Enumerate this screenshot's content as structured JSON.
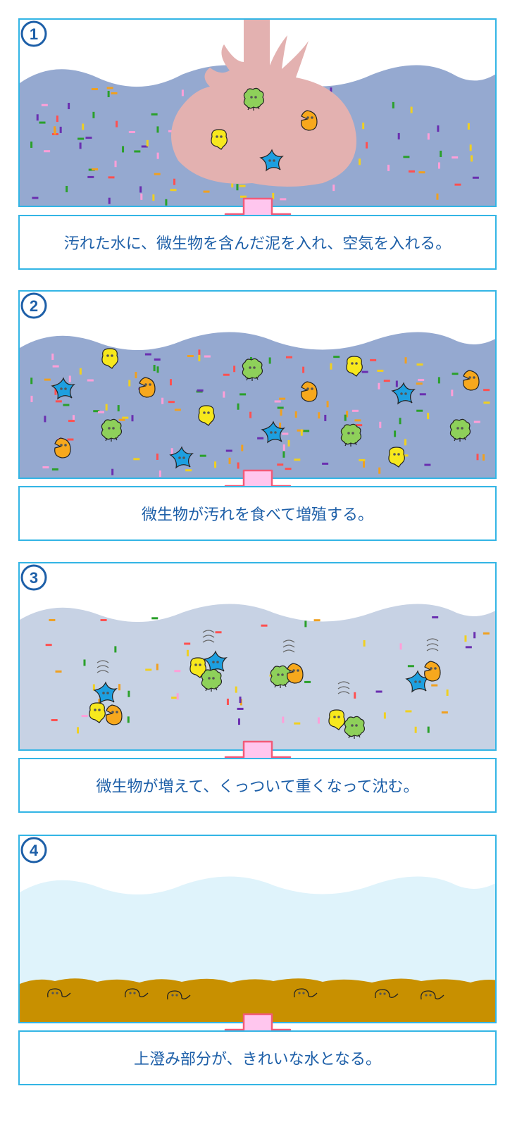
{
  "steps": [
    {
      "number": "1",
      "caption": "汚れた水に、微生物を含んだ泥を入れ、空気を入れる。"
    },
    {
      "number": "2",
      "caption": "微生物が汚れを食べて増殖する。"
    },
    {
      "number": "3",
      "caption": "微生物が増えて、くっついて重くなって沈む。"
    },
    {
      "number": "4",
      "caption": "上澄み部分が、きれいな水となる。"
    }
  ],
  "colors": {
    "frame": "#33b5e5",
    "caption_text": "#1d5fa8",
    "water_dirty": "#95a9d0",
    "water_settling": "#c7d2e4",
    "water_clean": "#dff3fb",
    "mud_plume": "#e3b1b0",
    "sludge": "#c89000",
    "arrow_fill": "#ffc6ee",
    "arrow_stroke": "#f25a78",
    "microbe_yellow": "#f7e81d",
    "microbe_orange": "#f7a81d",
    "microbe_blue": "#1d9fe0",
    "microbe_green": "#8ed05a"
  }
}
